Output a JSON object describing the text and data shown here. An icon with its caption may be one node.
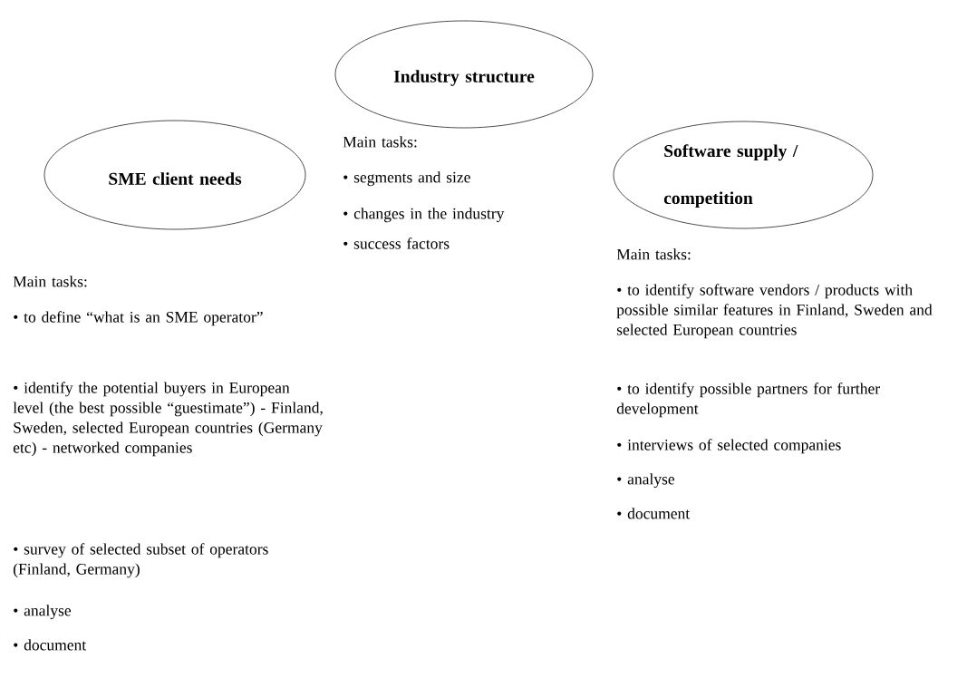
{
  "diagram": {
    "nodes": [
      {
        "text": [
          "Industry structure"
        ]
      },
      {
        "text": [
          "SME client needs"
        ]
      },
      {
        "text": [
          "Software supply / competition"
        ]
      }
    ],
    "labels": [
      "Main tasks:",
      "• to define “what is an SME operator”",
      "• identify the potential buyers in European level (the best possible “guestimate”) - Finland, Sweden, selected European countries (Germany etc) - networked companies",
      "• survey of selected subset of operators (Finland, Germany)",
      "• analyse",
      "• document",
      "Main tasks:",
      "• segments and size",
      "• changes in the industry",
      "• success factors",
      "Main tasks:",
      "• to identify software vendors / products with possible similar features in Finland, Sweden and selected European countries",
      "• to identify possible partners for further development",
      "• interviews of selected companies",
      "• analyse",
      "• document"
    ]
  }
}
